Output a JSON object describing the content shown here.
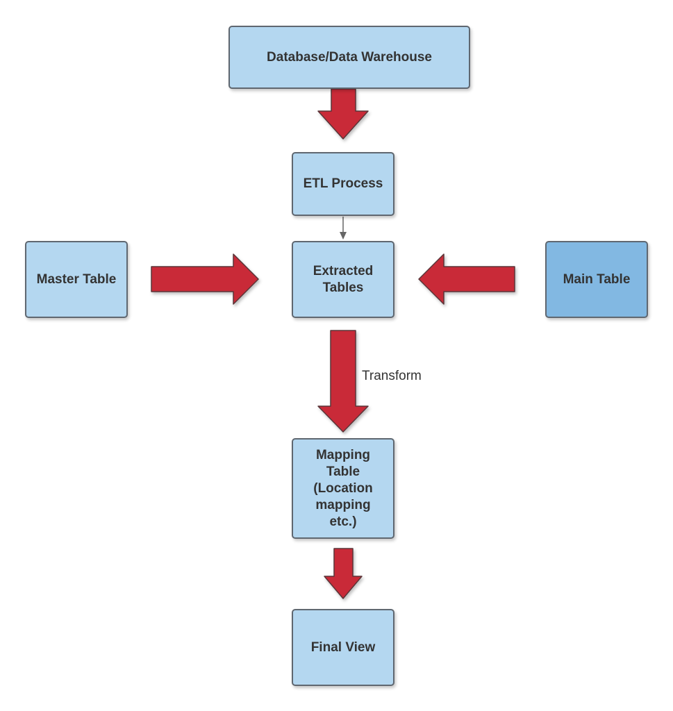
{
  "diagram": {
    "nodes": {
      "database": "Database/Data Warehouse",
      "etl": "ETL Process",
      "master": "Master Table",
      "extracted": "Extracted\nTables",
      "main": "Main Table",
      "mapping": "Mapping\nTable\n(Location\nmapping\netc.)",
      "final": "Final View"
    },
    "edge_labels": {
      "transform": "Transform"
    }
  },
  "colors": {
    "node_fill": "#b4d7f0",
    "node_fill_accent": "#82b8e2",
    "node_border": "#5f6770",
    "arrow_fill": "#c92a38",
    "arrow_stroke": "#5a3438",
    "connector": "#666666",
    "text": "#333333"
  }
}
